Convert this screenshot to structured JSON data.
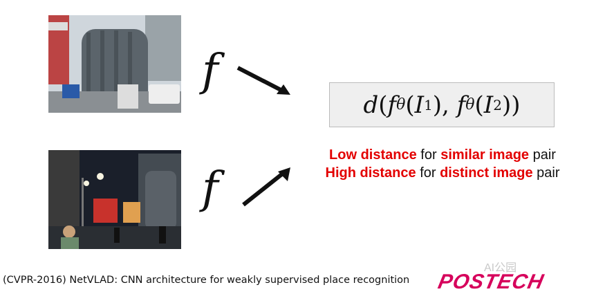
{
  "function_symbol": "f",
  "formula": {
    "d": "d",
    "f": "f",
    "theta": "θ",
    "I": "I",
    "sub1": "1",
    "sub2": "2"
  },
  "descriptions": [
    {
      "strong1": "Low distance",
      "mid": " for ",
      "strong2": "similar image",
      "tail": " pair"
    },
    {
      "strong1": "High distance",
      "mid": " for ",
      "strong2": "distinct image",
      "tail": " pair"
    }
  ],
  "citation": "(CVPR-2016) NetVLAD: CNN architecture for weakly supervised place recognition",
  "logo": "POSTECH",
  "watermark": "AI公园",
  "colors": {
    "highlight": "#e30000",
    "logo": "#d6005b",
    "formula_bg": "#efefef"
  }
}
